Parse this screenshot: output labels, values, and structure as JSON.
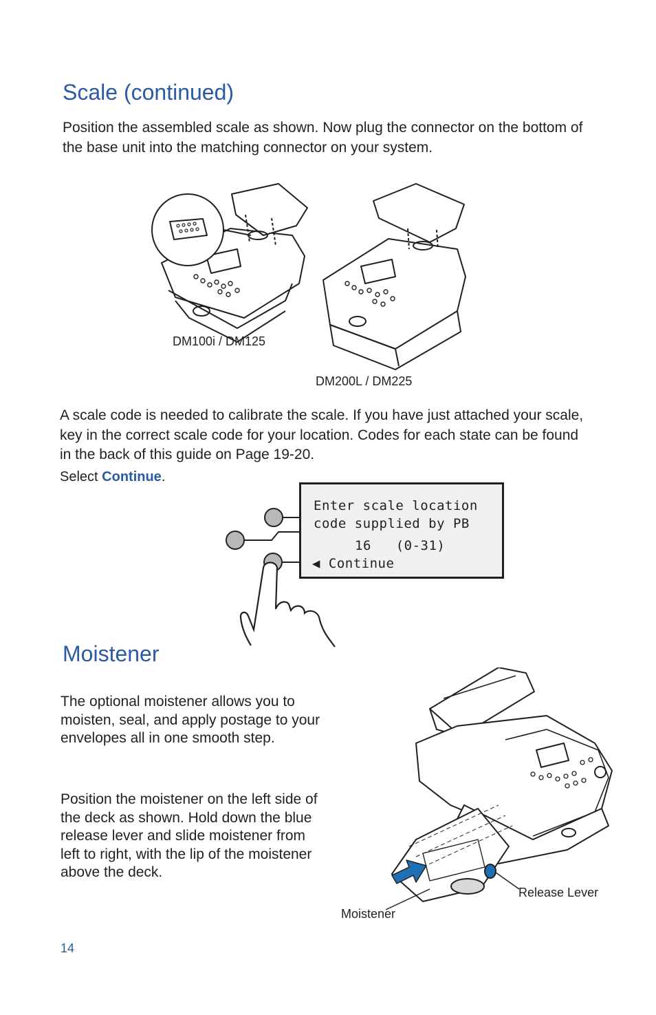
{
  "scale": {
    "heading": "Scale (continued)",
    "intro": "Position the assembled scale as shown. Now plug the connector on the bottom of the base unit into the matching connector on your system.",
    "caption_left": "DM100i / DM125",
    "caption_right": "DM200L / DM225",
    "code_paragraph": "A scale code is needed to calibrate the scale. If you have just attached your scale, key in the correct scale code for your location. Codes for each state can be found in the back of this guide on Page 19-20.",
    "select_prefix": "Select ",
    "select_bold": "Continue",
    "select_suffix": "."
  },
  "lcd": {
    "line1": "Enter scale location",
    "line2": "code supplied by PB",
    "line3": "16   (0-31)",
    "line4": "Continue"
  },
  "moistener": {
    "heading": "Moistener",
    "para1": "The optional moistener allows you to moisten, seal, and apply postage to your envelopes all in one smooth step.",
    "para2": "Position the moistener on the left side of the deck as shown. Hold down the blue release lever and slide moistener from left to right, with the lip of the moistener above the deck.",
    "label_release": "Release Lever",
    "label_moistener": "Moistener"
  },
  "footer": {
    "page_number": "14"
  },
  "colors": {
    "accent": "#2b5aa3",
    "arrow": "#1f6fb5"
  }
}
